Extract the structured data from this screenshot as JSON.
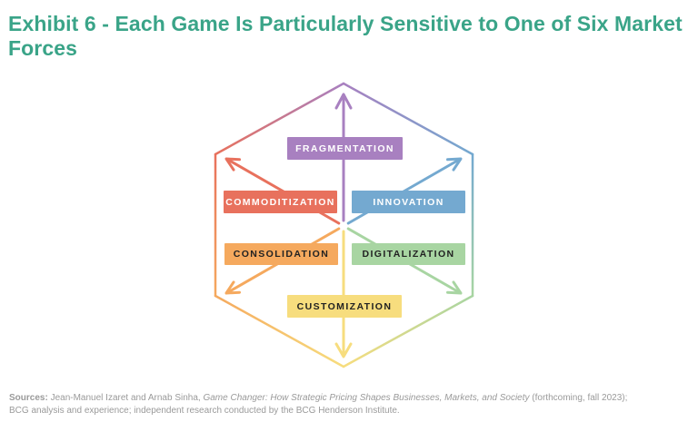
{
  "title": "Exhibit 6 - Each Game Is Particularly Sensitive to One of Six Market Forces",
  "title_color": "#3aa488",
  "forces": [
    {
      "id": "fragmentation",
      "label": "FRAGMENTATION",
      "color": "#a880c0",
      "text_color": "#ffffff"
    },
    {
      "id": "commoditization",
      "label": "COMMODITIZATION",
      "color": "#e8715d",
      "text_color": "#ffffff"
    },
    {
      "id": "innovation",
      "label": "INNOVATION",
      "color": "#74a9d0",
      "text_color": "#ffffff"
    },
    {
      "id": "consolidation",
      "label": "CONSOLIDATION",
      "color": "#f5a95e",
      "text_color": "#222222"
    },
    {
      "id": "digitalization",
      "label": "DIGITALIZATION",
      "color": "#a8d5a2",
      "text_color": "#222222"
    },
    {
      "id": "customization",
      "label": "CUSTOMIZATION",
      "color": "#f7dd7e",
      "text_color": "#222222"
    }
  ],
  "footer": {
    "sources_label": "Sources:",
    "before_italic": " Jean-Manuel Izaret and Arnab Sinha, ",
    "book_title": "Game Changer: How Strategic Pricing Shapes Businesses, Markets, and Society",
    "after_italic": " (forthcoming, fall 2023);",
    "line2": "BCG analysis and experience; independent research conducted by the BCG Henderson Institute."
  }
}
